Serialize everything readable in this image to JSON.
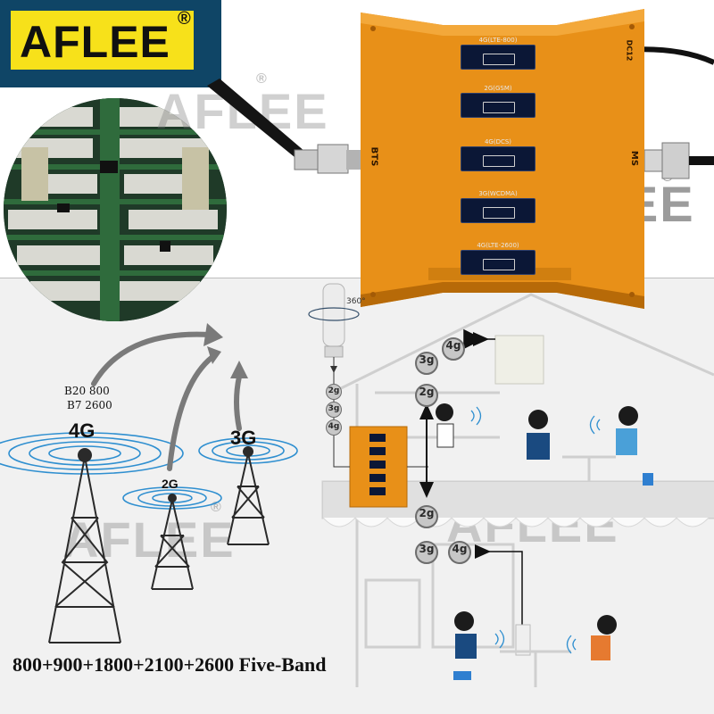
{
  "logo": {
    "text": "AFLEE",
    "reg": "®"
  },
  "watermarks": [
    {
      "text": "AFLEE",
      "reg": "®"
    },
    {
      "text": "AFLEE",
      "reg": "®"
    },
    {
      "text": "AFLEE",
      "reg": "®"
    },
    {
      "text": "AFLEE",
      "reg": "®"
    }
  ],
  "device": {
    "bands": [
      "4G(LTE-800)",
      "2G(GSM)",
      "4G(DCS)",
      "3G(WCDMA)",
      "4G(LTE-2600)"
    ],
    "left_port": "BTS",
    "right_port": "MS",
    "power_port": "DC12",
    "body_color": "#e89018"
  },
  "towers": {
    "band_line1": "B20 800",
    "band_line2": "B7 2600",
    "tower_4g": "4G",
    "tower_2g": "2G",
    "tower_3g": "3G"
  },
  "antenna": {
    "rotation": "360°"
  },
  "signals": {
    "upper_4g": "4g",
    "upper_3g": "3g",
    "upper_2g": "2g",
    "lower_2g": "2g",
    "lower_3g": "3g",
    "lower_4g": "4g",
    "cable_2g": "2g",
    "cable_3g": "3g",
    "cable_4g": "4g"
  },
  "caption": "800+900+1800+2100+2600 Five-Band"
}
